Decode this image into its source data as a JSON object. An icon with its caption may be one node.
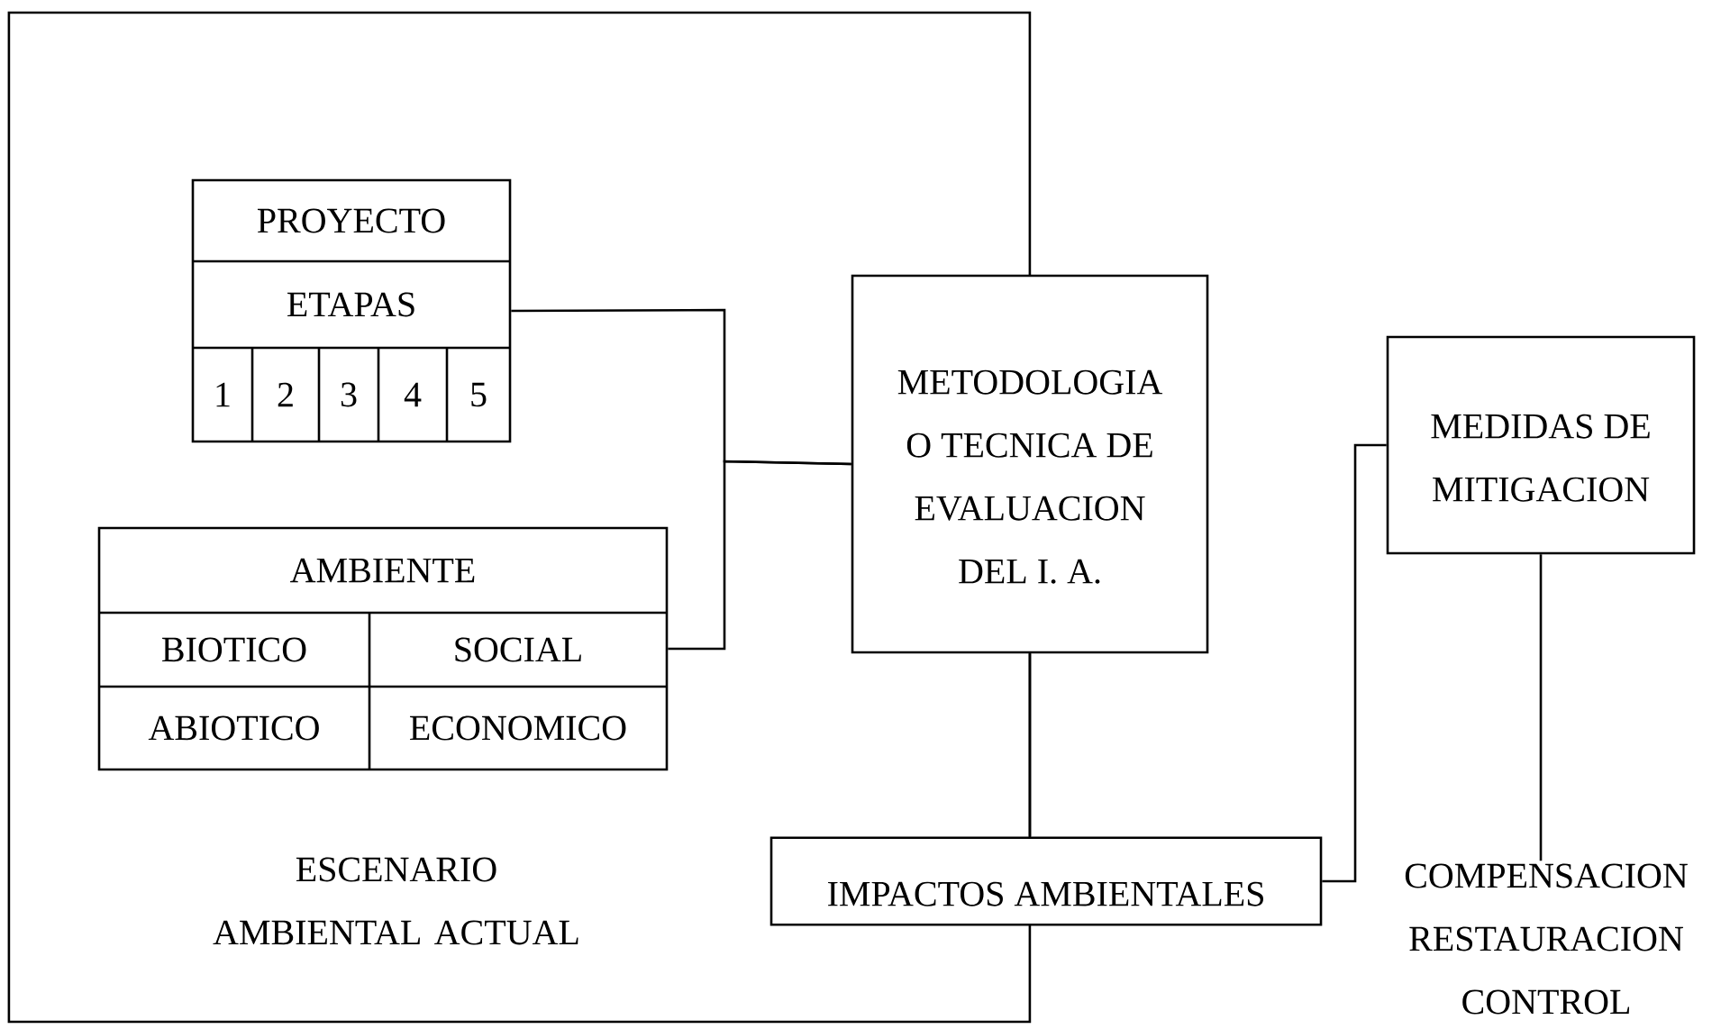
{
  "diagram": {
    "nodes": [
      {
        "text": [
          "ESCENARIO AMBIENTAL ACTUAL"
        ]
      },
      {
        "text": [
          "PROYECTO",
          "ETAPAS",
          "1",
          "2",
          "3",
          "4",
          "5"
        ],
        "in": 0
      },
      {
        "text": [
          "AMBIENTE",
          "BIOTICO",
          "SOCIAL",
          "ABIOTICO",
          "ECONOMICO"
        ],
        "in": 0
      },
      {
        "text": [
          "METODOLOGIA O TECNICA DE EVALUACION DEL I. A."
        ]
      },
      {
        "text": [
          "IMPACTOS AMBIENTALES"
        ]
      },
      {
        "text": [
          "MEDIDAS DE MITIGACION"
        ]
      },
      {
        "text": [
          "COMPENSACION RESTAURACION CONTROL"
        ]
      }
    ],
    "edges": [
      {
        "from": 1,
        "to": 3,
        "arrow": "none"
      },
      {
        "from": 2,
        "to": 3,
        "arrow": "none"
      },
      {
        "from": 3,
        "to": 4,
        "arrow": "none"
      },
      {
        "from": 4,
        "to": 5,
        "arrow": "none"
      },
      {
        "from": 5,
        "to": 6,
        "arrow": "none"
      }
    ]
  }
}
